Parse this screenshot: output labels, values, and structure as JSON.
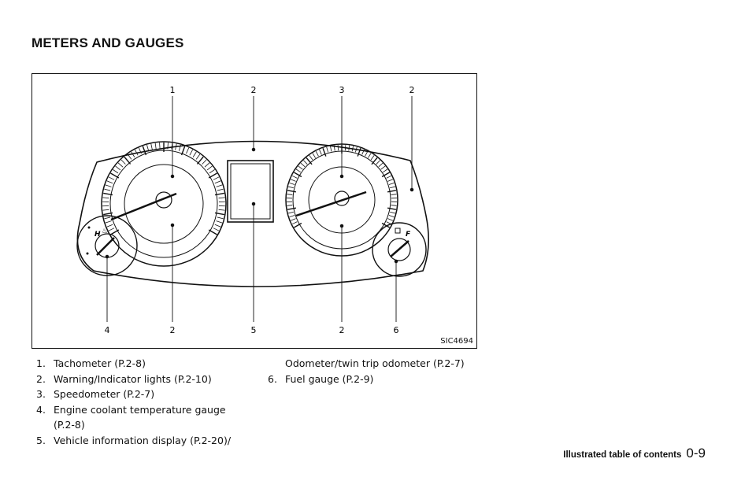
{
  "section": {
    "title": "METERS AND GAUGES"
  },
  "figure": {
    "id": "SIC4694",
    "callouts_top": [
      "1",
      "2",
      "3",
      "2"
    ],
    "callouts_bottom": [
      "4",
      "2",
      "5",
      "2",
      "6"
    ],
    "gauge_marks": {
      "hot": "H",
      "full": "F"
    }
  },
  "items": [
    {
      "num": "1.",
      "text": "Tachometer (P.2-8)"
    },
    {
      "num": "2.",
      "text": "Warning/Indicator lights (P.2-10)"
    },
    {
      "num": "3.",
      "text": "Speedometer (P.2-7)"
    },
    {
      "num": "4.",
      "text": "Engine coolant temperature gauge",
      "cont": "(P.2-8)"
    },
    {
      "num": "5.",
      "text": "Vehicle information display (P.2-20)/",
      "cont2": "Odometer/twin trip odometer (P.2-7)"
    },
    {
      "num": "6.",
      "text": "Fuel gauge (P.2-9)"
    }
  ],
  "footer": {
    "title": "Illustrated table of contents",
    "page": "0-9"
  }
}
